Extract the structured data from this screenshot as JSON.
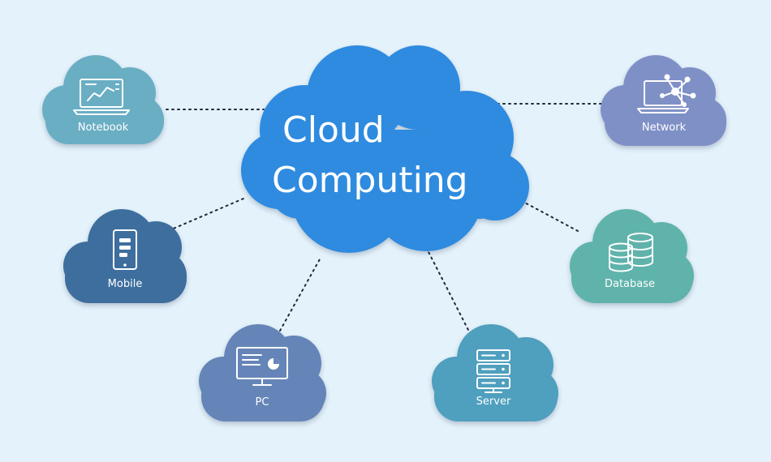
{
  "diagram": {
    "title_line1": "Cloud",
    "title_line2": "Computing",
    "colors": {
      "background": "#e4f2fb",
      "center": "#2f8bdf",
      "notebook": "#6aaec4",
      "mobile": "#3d6e9e",
      "pc": "#6585b8",
      "server": "#4f9fbe",
      "database": "#5fb3ab",
      "network": "#7f90c6",
      "connector": "#1e2a3a"
    },
    "nodes": [
      {
        "id": "notebook",
        "label": "Notebook",
        "icon": "laptop-icon"
      },
      {
        "id": "mobile",
        "label": "Mobile",
        "icon": "smartphone-icon"
      },
      {
        "id": "pc",
        "label": "PC",
        "icon": "desktop-monitor-icon"
      },
      {
        "id": "server",
        "label": "Server",
        "icon": "server-rack-icon"
      },
      {
        "id": "database",
        "label": "Database",
        "icon": "database-icon"
      },
      {
        "id": "network",
        "label": "Network",
        "icon": "network-icon"
      }
    ]
  }
}
